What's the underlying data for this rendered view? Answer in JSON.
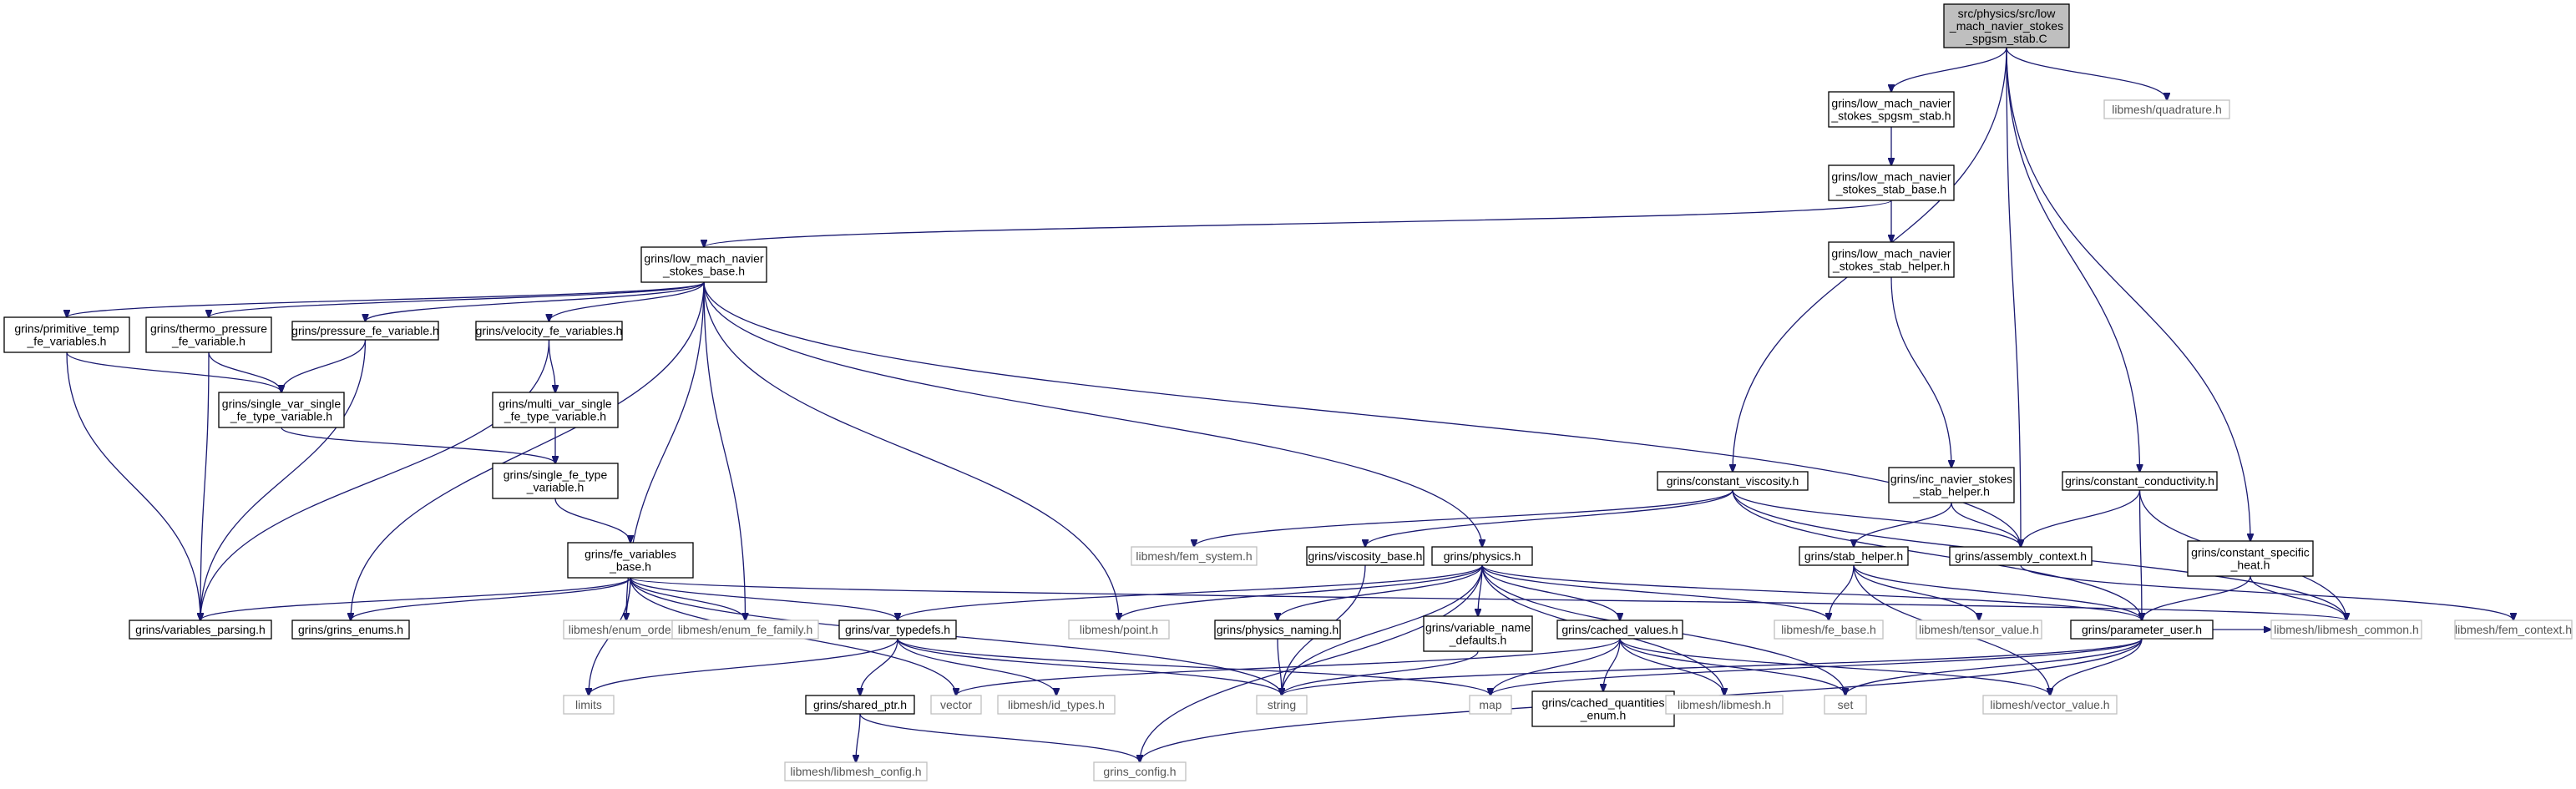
{
  "graph": {
    "nodes": [
      {
        "id": "root",
        "lines": [
          "src/physics/src/low",
          "_mach_navier_stokes",
          "_spgsm_stab.C"
        ],
        "kind": "root"
      },
      {
        "id": "spgsm",
        "lines": [
          "grins/low_mach_navier",
          "_stokes_spgsm_stab.h"
        ]
      },
      {
        "id": "quadrature",
        "lines": [
          "libmesh/quadrature.h"
        ],
        "kind": "ext"
      },
      {
        "id": "stabbase",
        "lines": [
          "grins/low_mach_navier",
          "_stokes_stab_base.h"
        ]
      },
      {
        "id": "base",
        "lines": [
          "grins/low_mach_navier",
          "_stokes_base.h"
        ]
      },
      {
        "id": "stabhelper",
        "lines": [
          "grins/low_mach_navier",
          "_stokes_stab_helper.h"
        ]
      },
      {
        "id": "primtemp",
        "lines": [
          "grins/primitive_temp",
          "_fe_variables.h"
        ]
      },
      {
        "id": "thermo",
        "lines": [
          "grins/thermo_pressure",
          "_fe_variable.h"
        ]
      },
      {
        "id": "pressure",
        "lines": [
          "grins/pressure_fe_variable.h"
        ]
      },
      {
        "id": "velocity",
        "lines": [
          "grins/velocity_fe_variables.h"
        ]
      },
      {
        "id": "svsft",
        "lines": [
          "grins/single_var_single",
          "_fe_type_variable.h"
        ]
      },
      {
        "id": "mvsft",
        "lines": [
          "grins/multi_var_single",
          "_fe_type_variable.h"
        ]
      },
      {
        "id": "sft",
        "lines": [
          "grins/single_fe_type",
          "_variable.h"
        ]
      },
      {
        "id": "fevarbase",
        "lines": [
          "grins/fe_variables",
          "_base.h"
        ]
      },
      {
        "id": "varparsing",
        "lines": [
          "grins/variables_parsing.h"
        ]
      },
      {
        "id": "grinsenums",
        "lines": [
          "grins/grins_enums.h"
        ]
      },
      {
        "id": "enumorder",
        "lines": [
          "libmesh/enum_order.h"
        ],
        "kind": "ext"
      },
      {
        "id": "enumfefam",
        "lines": [
          "libmesh/enum_fe_family.h"
        ],
        "kind": "ext"
      },
      {
        "id": "vartypedefs",
        "lines": [
          "grins/var_typedefs.h"
        ]
      },
      {
        "id": "limits",
        "lines": [
          "limits"
        ],
        "kind": "ext"
      },
      {
        "id": "vector",
        "lines": [
          "vector"
        ],
        "kind": "ext"
      },
      {
        "id": "sharedptr",
        "lines": [
          "grins/shared_ptr.h"
        ]
      },
      {
        "id": "idtypes",
        "lines": [
          "libmesh/id_types.h"
        ],
        "kind": "ext"
      },
      {
        "id": "libmeshconfig",
        "lines": [
          "libmesh/libmesh_config.h"
        ],
        "kind": "ext"
      },
      {
        "id": "grinsconfig",
        "lines": [
          "grins_config.h"
        ],
        "kind": "ext"
      },
      {
        "id": "point",
        "lines": [
          "libmesh/point.h"
        ],
        "kind": "ext"
      },
      {
        "id": "physics",
        "lines": [
          "grins/physics.h"
        ]
      },
      {
        "id": "femsystem",
        "lines": [
          "libmesh/fem_system.h"
        ],
        "kind": "ext"
      },
      {
        "id": "viscbase",
        "lines": [
          "grins/viscosity_base.h"
        ]
      },
      {
        "id": "constvisc",
        "lines": [
          "grins/constant_viscosity.h"
        ]
      },
      {
        "id": "incstab",
        "lines": [
          "grins/inc_navier_stokes",
          "_stab_helper.h"
        ]
      },
      {
        "id": "stabh",
        "lines": [
          "grins/stab_helper.h"
        ]
      },
      {
        "id": "assembly",
        "lines": [
          "grins/assembly_context.h"
        ]
      },
      {
        "id": "constcond",
        "lines": [
          "grins/constant_conductivity.h"
        ]
      },
      {
        "id": "constheat",
        "lines": [
          "grins/constant_specific",
          "_heat.h"
        ]
      },
      {
        "id": "physnaming",
        "lines": [
          "grins/physics_naming.h"
        ]
      },
      {
        "id": "varname",
        "lines": [
          "grins/variable_name",
          "_defaults.h"
        ]
      },
      {
        "id": "cachedvalues",
        "lines": [
          "grins/cached_values.h"
        ]
      },
      {
        "id": "cachedenum",
        "lines": [
          "grins/cached_quantities",
          "_enum.h"
        ]
      },
      {
        "id": "string",
        "lines": [
          "string"
        ],
        "kind": "ext"
      },
      {
        "id": "map",
        "lines": [
          "map"
        ],
        "kind": "ext"
      },
      {
        "id": "libmeshh",
        "lines": [
          "libmesh/libmesh.h"
        ],
        "kind": "ext"
      },
      {
        "id": "set",
        "lines": [
          "set"
        ],
        "kind": "ext"
      },
      {
        "id": "febase",
        "lines": [
          "libmesh/fe_base.h"
        ],
        "kind": "ext"
      },
      {
        "id": "tensor",
        "lines": [
          "libmesh/tensor_value.h"
        ],
        "kind": "ext"
      },
      {
        "id": "paramuser",
        "lines": [
          "grins/parameter_user.h"
        ]
      },
      {
        "id": "vectorvalue",
        "lines": [
          "libmesh/vector_value.h"
        ],
        "kind": "ext"
      },
      {
        "id": "libmeshcommon",
        "lines": [
          "libmesh/libmesh_common.h"
        ],
        "kind": "ext"
      },
      {
        "id": "femcontext",
        "lines": [
          "libmesh/fem_context.h"
        ],
        "kind": "ext"
      }
    ],
    "edges": [
      [
        "root",
        "spgsm"
      ],
      [
        "root",
        "quadrature"
      ],
      [
        "root",
        "constvisc"
      ],
      [
        "root",
        "assembly"
      ],
      [
        "root",
        "constcond"
      ],
      [
        "root",
        "constheat"
      ],
      [
        "spgsm",
        "stabbase"
      ],
      [
        "stabbase",
        "base"
      ],
      [
        "stabbase",
        "stabhelper"
      ],
      [
        "stabhelper",
        "incstab"
      ],
      [
        "base",
        "primtemp"
      ],
      [
        "base",
        "thermo"
      ],
      [
        "base",
        "pressure"
      ],
      [
        "base",
        "velocity"
      ],
      [
        "base",
        "grinsenums"
      ],
      [
        "base",
        "enumorder"
      ],
      [
        "base",
        "enumfefam"
      ],
      [
        "base",
        "point"
      ],
      [
        "base",
        "physics"
      ],
      [
        "base",
        "assembly"
      ],
      [
        "primtemp",
        "svsft"
      ],
      [
        "primtemp",
        "varparsing"
      ],
      [
        "thermo",
        "svsft"
      ],
      [
        "thermo",
        "varparsing"
      ],
      [
        "pressure",
        "svsft"
      ],
      [
        "pressure",
        "varparsing"
      ],
      [
        "velocity",
        "mvsft"
      ],
      [
        "velocity",
        "varparsing"
      ],
      [
        "svsft",
        "sft"
      ],
      [
        "mvsft",
        "sft"
      ],
      [
        "sft",
        "fevarbase"
      ],
      [
        "fevarbase",
        "varparsing"
      ],
      [
        "fevarbase",
        "grinsenums"
      ],
      [
        "fevarbase",
        "enumorder"
      ],
      [
        "fevarbase",
        "enumfefam"
      ],
      [
        "fevarbase",
        "vartypedefs"
      ],
      [
        "fevarbase",
        "limits"
      ],
      [
        "fevarbase",
        "vector"
      ],
      [
        "fevarbase",
        "string"
      ],
      [
        "fevarbase",
        "libmeshcommon"
      ],
      [
        "vartypedefs",
        "limits"
      ],
      [
        "vartypedefs",
        "sharedptr"
      ],
      [
        "vartypedefs",
        "idtypes"
      ],
      [
        "vartypedefs",
        "string"
      ],
      [
        "vartypedefs",
        "map"
      ],
      [
        "sharedptr",
        "libmeshconfig"
      ],
      [
        "sharedptr",
        "grinsconfig"
      ],
      [
        "physics",
        "vartypedefs"
      ],
      [
        "physics",
        "point"
      ],
      [
        "physics",
        "grinsconfig"
      ],
      [
        "physics",
        "physnaming"
      ],
      [
        "physics",
        "varname"
      ],
      [
        "physics",
        "cachedvalues"
      ],
      [
        "physics",
        "string"
      ],
      [
        "physics",
        "febase"
      ],
      [
        "physics",
        "libmeshh"
      ],
      [
        "physics",
        "set"
      ],
      [
        "physics",
        "paramuser"
      ],
      [
        "physnaming",
        "string"
      ],
      [
        "varname",
        "string"
      ],
      [
        "cachedvalues",
        "vector"
      ],
      [
        "cachedvalues",
        "cachedenum"
      ],
      [
        "cachedvalues",
        "map"
      ],
      [
        "cachedvalues",
        "libmeshh"
      ],
      [
        "cachedvalues",
        "set"
      ],
      [
        "cachedvalues",
        "vectorvalue"
      ],
      [
        "constvisc",
        "femsystem"
      ],
      [
        "constvisc",
        "viscbase"
      ],
      [
        "constvisc",
        "assembly"
      ],
      [
        "constvisc",
        "paramuser"
      ],
      [
        "constvisc",
        "libmeshcommon"
      ],
      [
        "viscbase",
        "string"
      ],
      [
        "incstab",
        "stabh"
      ],
      [
        "incstab",
        "assembly"
      ],
      [
        "stabh",
        "febase"
      ],
      [
        "stabh",
        "tensor"
      ],
      [
        "stabh",
        "vectorvalue"
      ],
      [
        "stabh",
        "paramuser"
      ],
      [
        "assembly",
        "femcontext"
      ],
      [
        "constcond",
        "assembly"
      ],
      [
        "constcond",
        "paramuser"
      ],
      [
        "constcond",
        "libmeshcommon"
      ],
      [
        "constheat",
        "paramuser"
      ],
      [
        "constheat",
        "libmeshcommon"
      ],
      [
        "paramuser",
        "string"
      ],
      [
        "paramuser",
        "map"
      ],
      [
        "paramuser",
        "set"
      ],
      [
        "paramuser",
        "vectorvalue"
      ],
      [
        "paramuser",
        "grinsconfig"
      ],
      [
        "paramuser",
        "libmeshcommon"
      ]
    ]
  }
}
